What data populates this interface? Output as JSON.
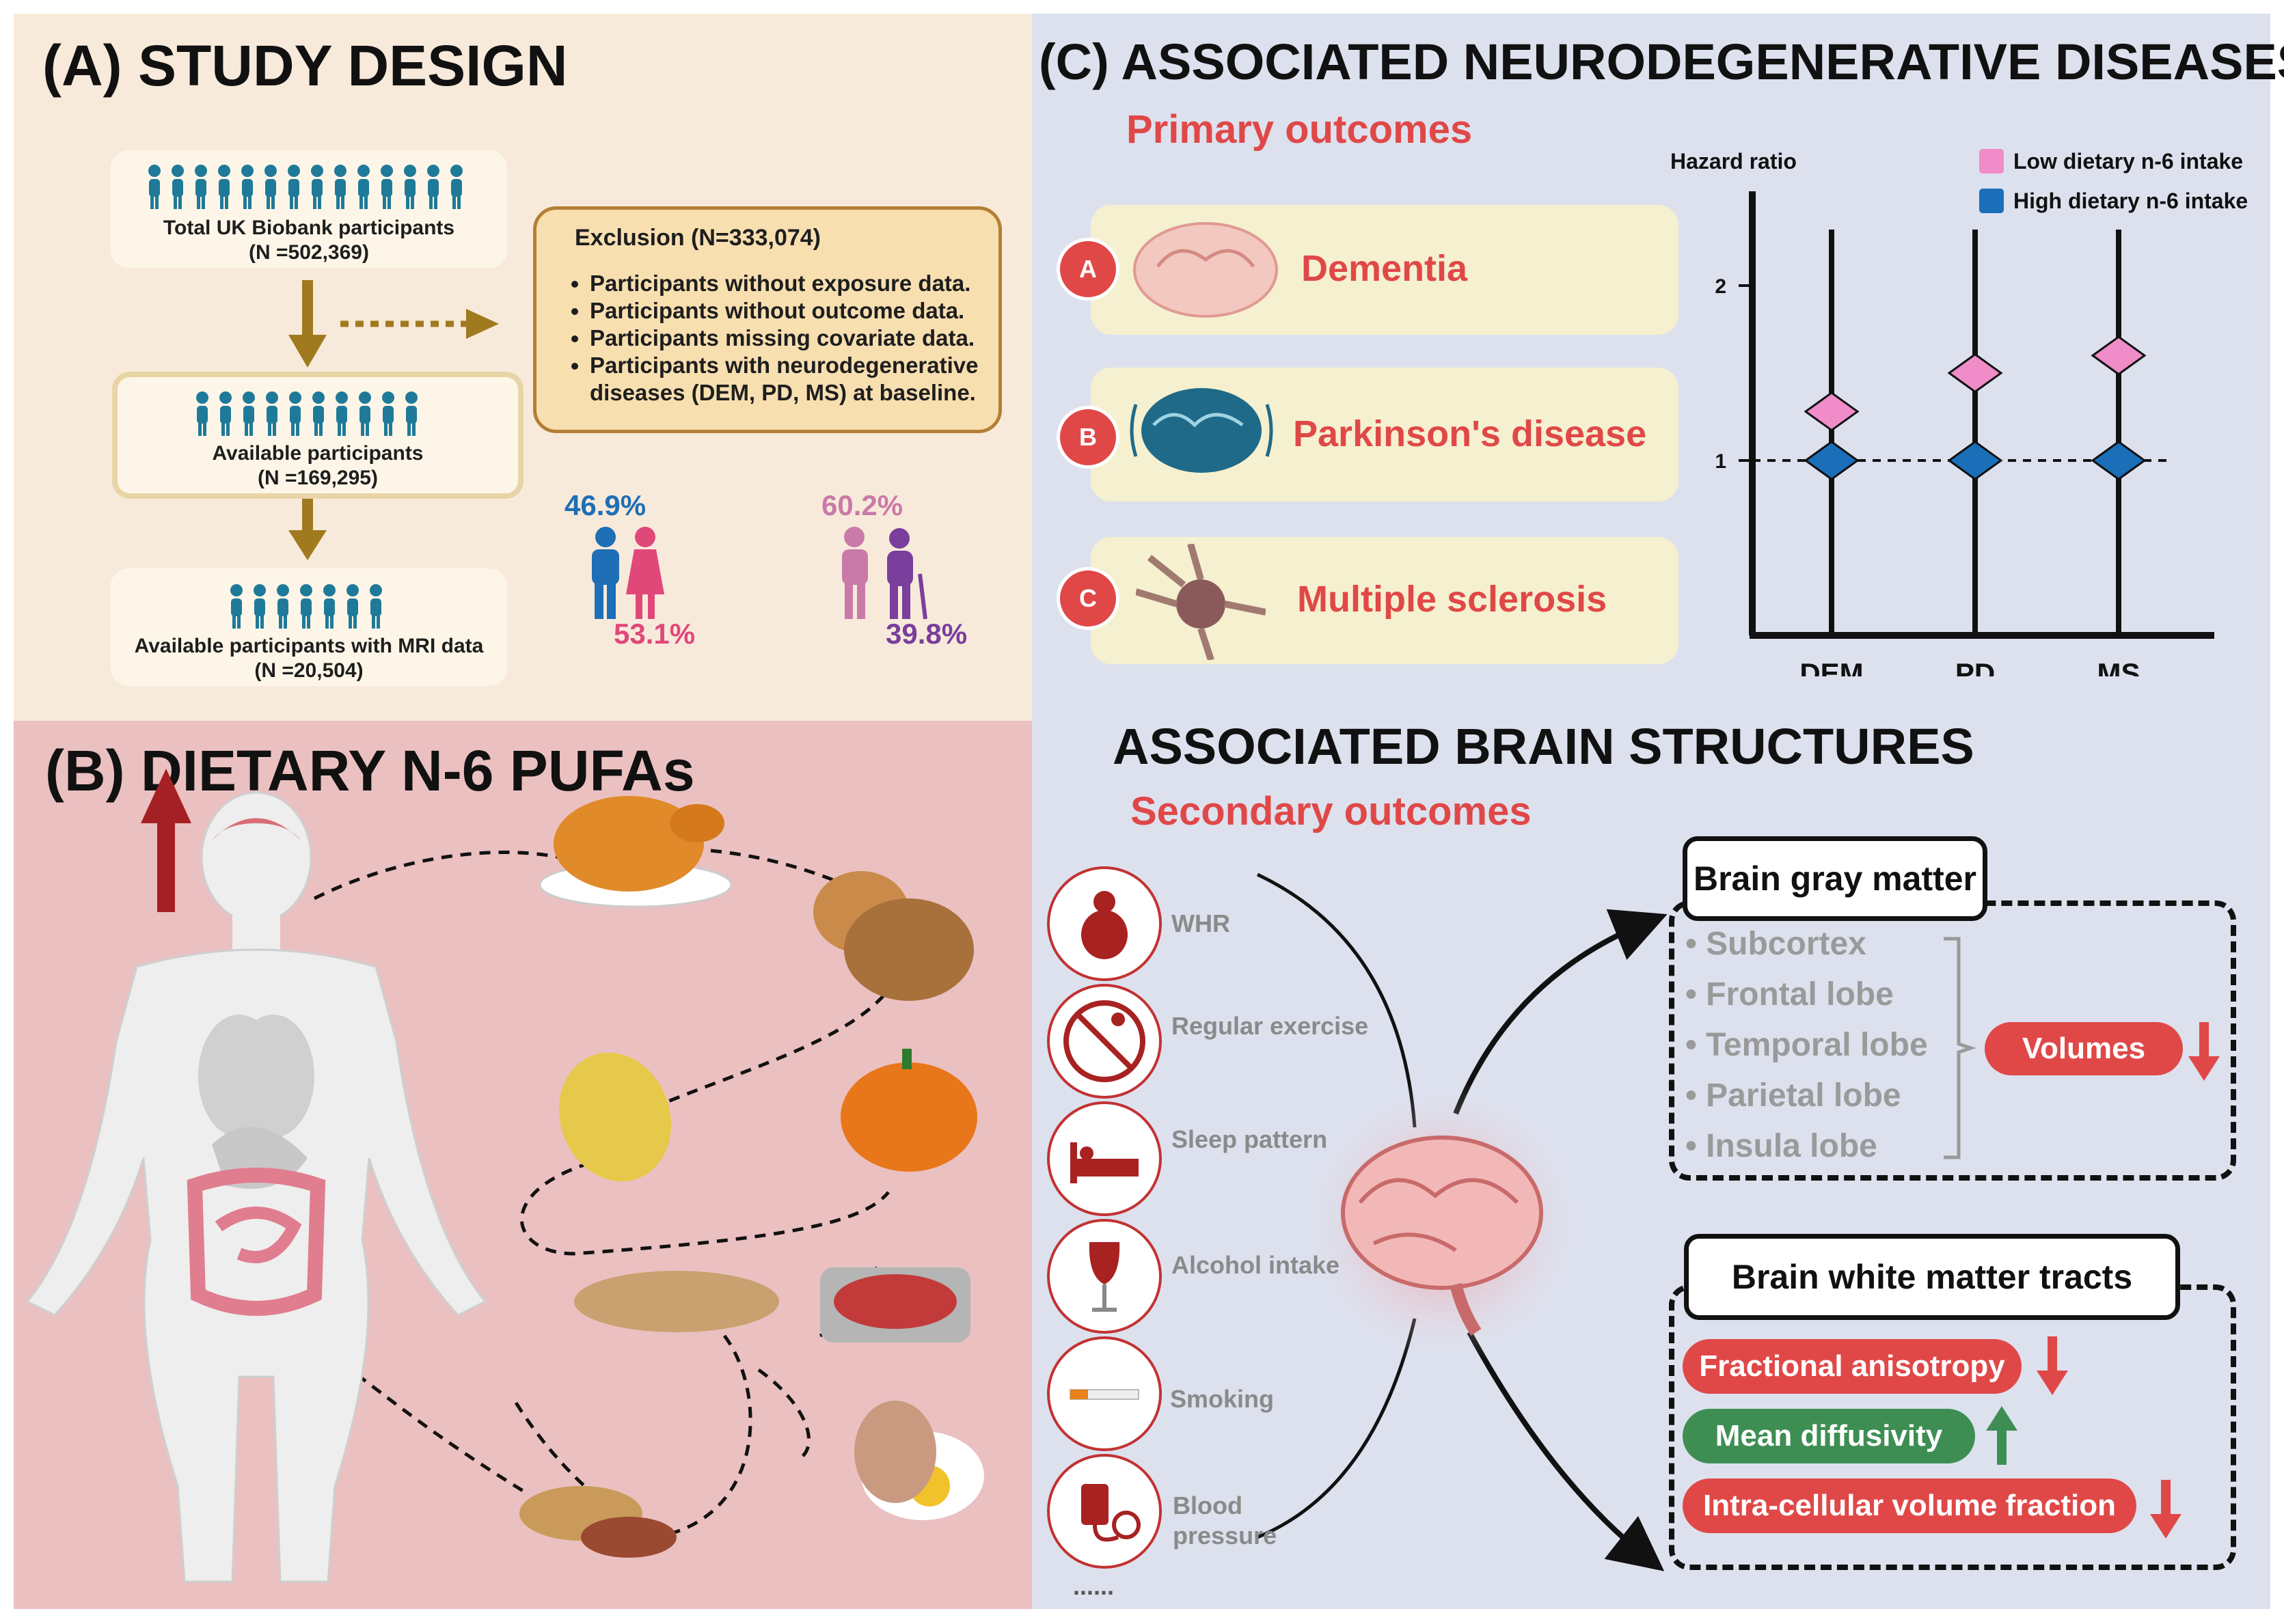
{
  "panel_a": {
    "title": "(A) STUDY DESIGN",
    "box1": {
      "label": "Total UK Biobank participants",
      "n": "(N =502,369)"
    },
    "box2": {
      "label": "Available participants",
      "n": "(N =169,295)"
    },
    "box3": {
      "label": "Available participants with MRI data",
      "n": "(N =20,504)"
    },
    "exclusion": {
      "title": "Exclusion (N=333,074)",
      "items": [
        "Participants without exposure data.",
        "Participants without outcome data.",
        "Participants missing covariate data.",
        "Participants with neurodegenerative diseases (DEM, PD, MS) at baseline."
      ]
    },
    "sex": {
      "male_pct": "46.9%",
      "female_pct": "53.1%",
      "male_color": "#1e6fb5",
      "female_color": "#e0487a"
    },
    "age": {
      "pct1": "60.2%",
      "pct2": "39.8%",
      "color1": "#c97aa8",
      "color2": "#7a3e9c"
    }
  },
  "panel_b": {
    "title": "(B) DIETARY N-6 PUFAs"
  },
  "panel_c": {
    "title": "(C) ASSOCIATED NEURODEGENERATIVE DISEASES",
    "primary": "Primary outcomes",
    "diseases": [
      {
        "badge": "A",
        "label": "Dementia"
      },
      {
        "badge": "B",
        "label": "Parkinson's disease"
      },
      {
        "badge": "C",
        "label": "Multiple sclerosis"
      }
    ],
    "brain_title": "ASSOCIATED BRAIN STRUCTURES",
    "secondary": "Secondary outcomes",
    "covariates": [
      "WHR",
      "Regular exercise",
      "Sleep pattern",
      "Alcohol intake",
      "Smoking",
      "Blood pressure"
    ],
    "more": "......",
    "gray": {
      "title": "Brain gray matter",
      "lobes": [
        "Subcortex",
        "Frontal lobe",
        "Temporal lobe",
        "Parietal lobe",
        "Insula lobe"
      ],
      "volumes": "Volumes"
    },
    "white": {
      "title": "Brain white matter tracts",
      "items": [
        {
          "label": "Fractional anisotropy",
          "direction": "down",
          "color": "#e04848"
        },
        {
          "label": "Mean diffusivity",
          "direction": "up",
          "color": "#3e8e54"
        },
        {
          "label": "Intra-cellular volume fraction",
          "direction": "down",
          "color": "#e04848"
        }
      ]
    }
  },
  "chart_data": {
    "type": "scatter",
    "title": "",
    "ylabel": "Hazard ratio",
    "xlabel": "",
    "categories": [
      "DEM",
      "PD",
      "MS"
    ],
    "yticks": [
      1,
      2
    ],
    "ylim": [
      0,
      2.5
    ],
    "reference_line": 1,
    "legend_position": "top-right",
    "series": [
      {
        "name": "Low dietary n-6 intake",
        "color": "#f08cc8",
        "values": [
          1.28,
          1.5,
          1.6
        ]
      },
      {
        "name": "High dietary n-6 intake",
        "color": "#1a6fb8",
        "values": [
          1.0,
          1.0,
          1.0
        ]
      }
    ]
  }
}
